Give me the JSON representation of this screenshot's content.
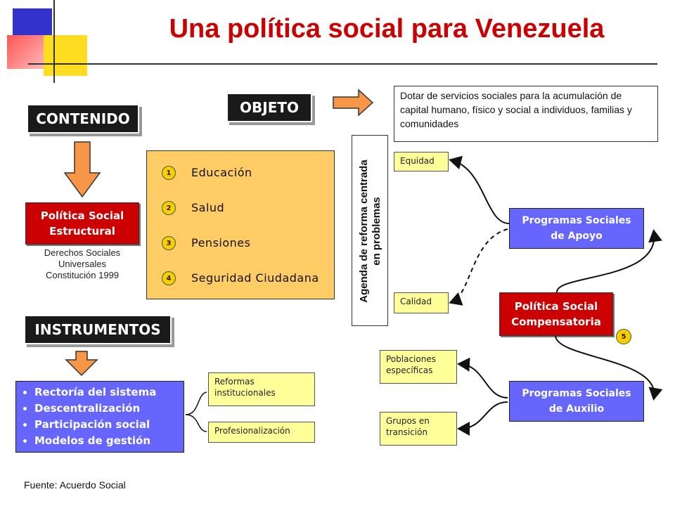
{
  "title": "Una política social para Venezuela",
  "contenido_label": "CONTENIDO",
  "objeto_label": "OBJETO",
  "instrumentos_label": "INSTRUMENTOS",
  "objeto_text": "Dotar de servicios sociales para la acumulación de capital humano, físico y social a individuos, familias y comunidades",
  "politica_estructural": [
    "Política Social",
    "Estructural"
  ],
  "derechos": [
    "Derechos Sociales",
    "Universales",
    "Constitución 1999"
  ],
  "areas": [
    {
      "num": "1",
      "label": "Educación"
    },
    {
      "num": "2",
      "label": "Salud"
    },
    {
      "num": "3",
      "label": "Pensiones"
    },
    {
      "num": "4",
      "label": "Seguridad Ciudadana"
    }
  ],
  "agenda": [
    "Agenda de reforma centrada",
    "en problemas"
  ],
  "equidad": "Equidad",
  "calidad": "Calidad",
  "programas_apoyo": [
    "Programas Sociales",
    "de Apoyo"
  ],
  "politica_compensatoria": [
    "Política Social",
    "Compensatoria"
  ],
  "badge5": "5",
  "programas_auxilio": [
    "Programas Sociales",
    "de Auxilio"
  ],
  "poblaciones": [
    "Poblaciones",
    "específicas"
  ],
  "grupos": [
    "Grupos en",
    "transición"
  ],
  "instrumentos": [
    "Rectoría del sistema",
    "Descentralización",
    "Participación social",
    "Modelos de gestión"
  ],
  "reformas": [
    "Reformas",
    "institucionales"
  ],
  "profesionalizacion": "Profesionalización",
  "fuente": "Fuente: Acuerdo Social",
  "colors": {
    "red": "#cc0000",
    "blue": "#6666ff",
    "orange": "#ffcc66",
    "yellow": "#ffff99",
    "arrow": "#f79646"
  }
}
